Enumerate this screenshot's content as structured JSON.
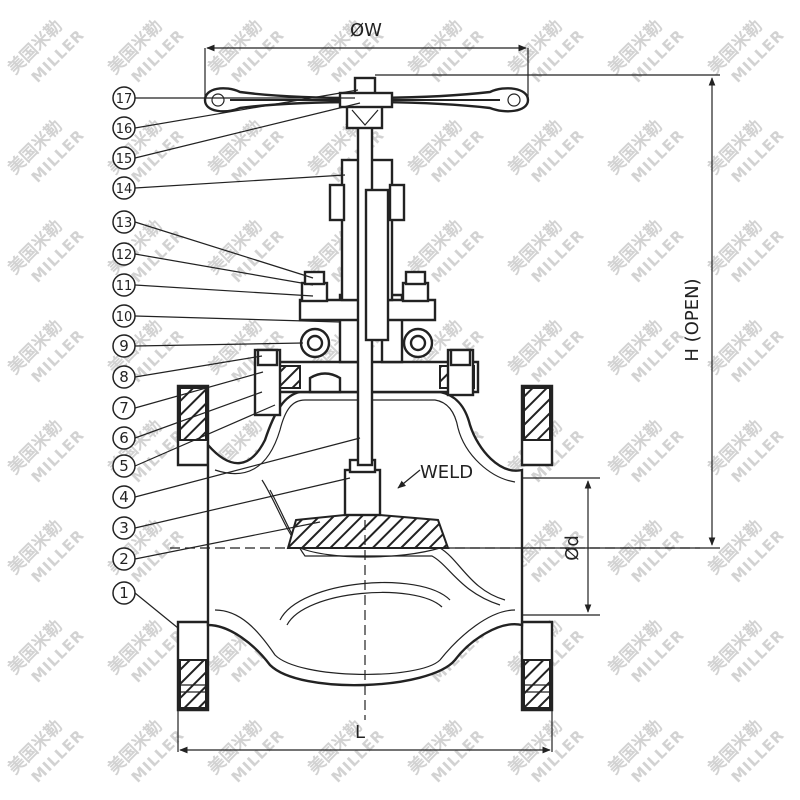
{
  "drawing": {
    "dim_top": "ØW",
    "dim_bottom": "L",
    "dim_height": "H (OPEN)",
    "dim_port": "Ød",
    "weld_label": "WELD"
  },
  "callouts": [
    "1",
    "2",
    "3",
    "4",
    "5",
    "6",
    "7",
    "8",
    "9",
    "10",
    "11",
    "12",
    "13",
    "14",
    "15",
    "16",
    "17"
  ],
  "watermark": {
    "line1": "美国米勒",
    "line2": "MILLER"
  }
}
